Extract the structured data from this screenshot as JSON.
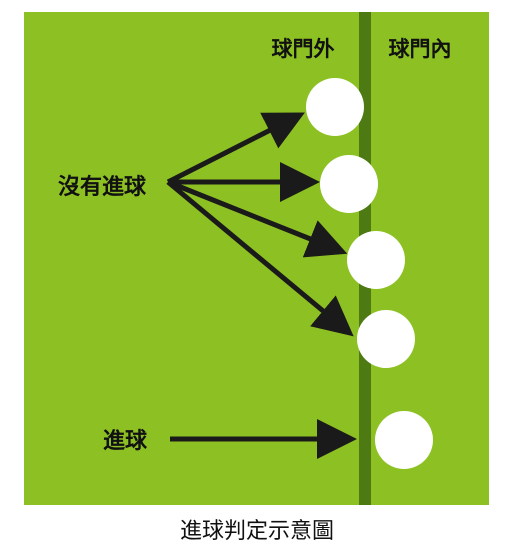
{
  "diagram": {
    "labels": {
      "outside_goal": "球門外",
      "inside_goal": "球門內",
      "no_goal": "沒有進球",
      "goal": "進球"
    },
    "caption": "進球判定示意圖",
    "colors": {
      "field": "#8dc123",
      "goal_line": "#4d7a12",
      "ball": "#ffffff",
      "arrow": "#1a1a1a",
      "text": "#111111",
      "caption_bg": "#ffffff"
    },
    "balls": [
      {
        "name": "ball-1",
        "status": "no-goal"
      },
      {
        "name": "ball-2",
        "status": "no-goal"
      },
      {
        "name": "ball-3",
        "status": "no-goal"
      },
      {
        "name": "ball-4",
        "status": "no-goal"
      },
      {
        "name": "ball-5",
        "status": "goal"
      }
    ]
  }
}
